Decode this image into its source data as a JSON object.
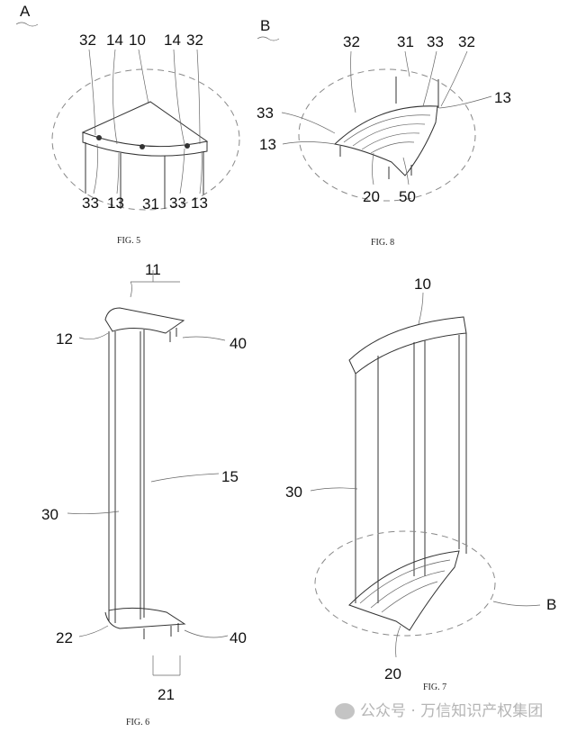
{
  "fig5": {
    "caption": "FIG. 5",
    "ref": "A",
    "top_labels": [
      "32",
      "14",
      "10",
      "14",
      "32"
    ],
    "bottom_labels": [
      "33",
      "13",
      "31",
      "33",
      "13"
    ]
  },
  "fig8": {
    "caption": "FIG. 8",
    "ref": "B",
    "top_labels": [
      "32",
      "31",
      "33",
      "32"
    ],
    "right_label": "13",
    "left_labels": [
      "33",
      "13"
    ],
    "bottom_labels": [
      "20",
      "50"
    ]
  },
  "fig6": {
    "caption": "FIG. 6",
    "labels": {
      "top": "11",
      "top_left": "12",
      "top_right": "40",
      "right": "15",
      "left": "30",
      "bottom_left": "22",
      "bottom_right": "40",
      "bottom": "21"
    }
  },
  "fig7": {
    "caption": "FIG. 7",
    "labels": {
      "top": "10",
      "left": "30",
      "right": "B",
      "bottom": "20"
    }
  },
  "watermark": {
    "text": "公众号 · 万信知识产权集团"
  }
}
